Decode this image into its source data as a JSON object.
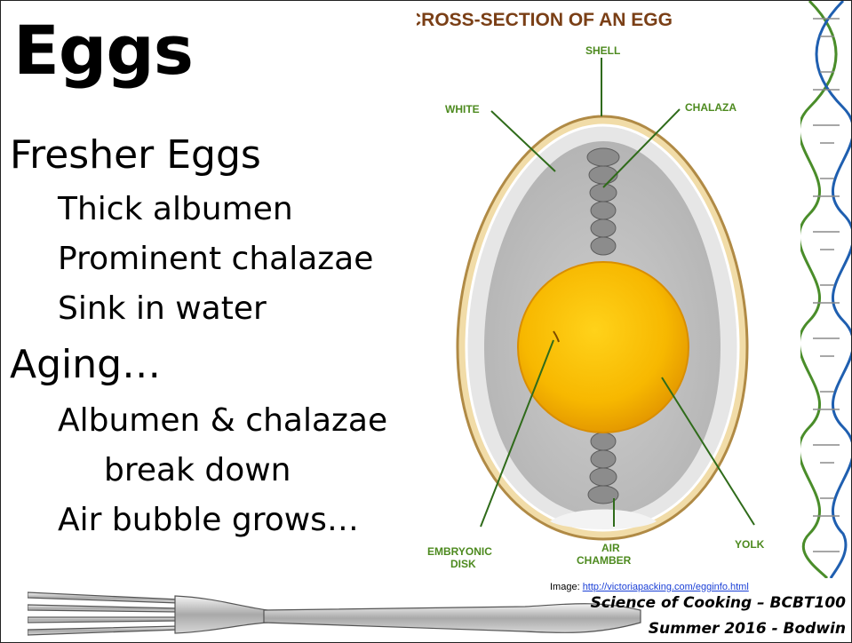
{
  "slide": {
    "title": "Eggs",
    "bullets": [
      {
        "text": "Fresher Eggs",
        "level": 1
      },
      {
        "text": "Thick albumen",
        "level": 2
      },
      {
        "text": "Prominent chalazae",
        "level": 2
      },
      {
        "text": "Sink in water",
        "level": 2
      },
      {
        "text": "Aging…",
        "level": 1
      },
      {
        "text": "Albumen & chalazae",
        "level": 2
      },
      {
        "text": "break down",
        "level": 3
      },
      {
        "text": "Air bubble grows…",
        "level": 2
      }
    ]
  },
  "diagram": {
    "title": "CROSS-SECTION OF AN EGG",
    "labels": {
      "shell": "SHELL",
      "white": "WHITE",
      "chalaza": "CHALAZA",
      "embryonic_disk_line1": "EMBRYONIC",
      "embryonic_disk_line2": "DISK",
      "air_chamber_line1": "AIR",
      "air_chamber_line2": "CHAMBER",
      "yolk": "YOLK"
    }
  },
  "credit": {
    "prefix": "Image: ",
    "link": "http://victoriapacking.com/egginfo.html"
  },
  "footer": {
    "line1": "Science of Cooking – BCBT100",
    "line2": "Summer 2016 - Bodwin"
  },
  "colors": {
    "label_green": "#4d8a1f",
    "title_brown": "#7a3f16",
    "yolk": "#f5b400",
    "shell": "#e8cc8a"
  }
}
